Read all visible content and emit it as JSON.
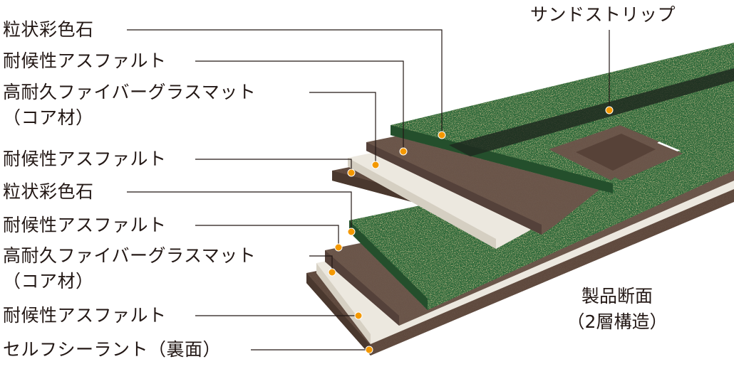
{
  "layer_labels": [
    "粒状彩色石",
    "耐候性アスファルト",
    "高耐久ファイバーグラスマット",
    "（コア材）",
    "耐候性アスファルト",
    "粒状彩色石",
    "耐候性アスファルト",
    "高耐久ファイバーグラスマット",
    "（コア材）",
    "耐候性アスファルト",
    "セルフシーラント（裏面）"
  ],
  "sand_strip_label": "サンドストリップ",
  "section_caption": {
    "line1": "製品断面",
    "line2": "（2層構造）"
  },
  "colors": {
    "text": "#231815",
    "leader_line": "#231815",
    "marker": "#f39800",
    "granule_green": "#2f6b3a",
    "asphalt_brown": "#6b5448",
    "fiberglass_white": "#ece8df"
  }
}
